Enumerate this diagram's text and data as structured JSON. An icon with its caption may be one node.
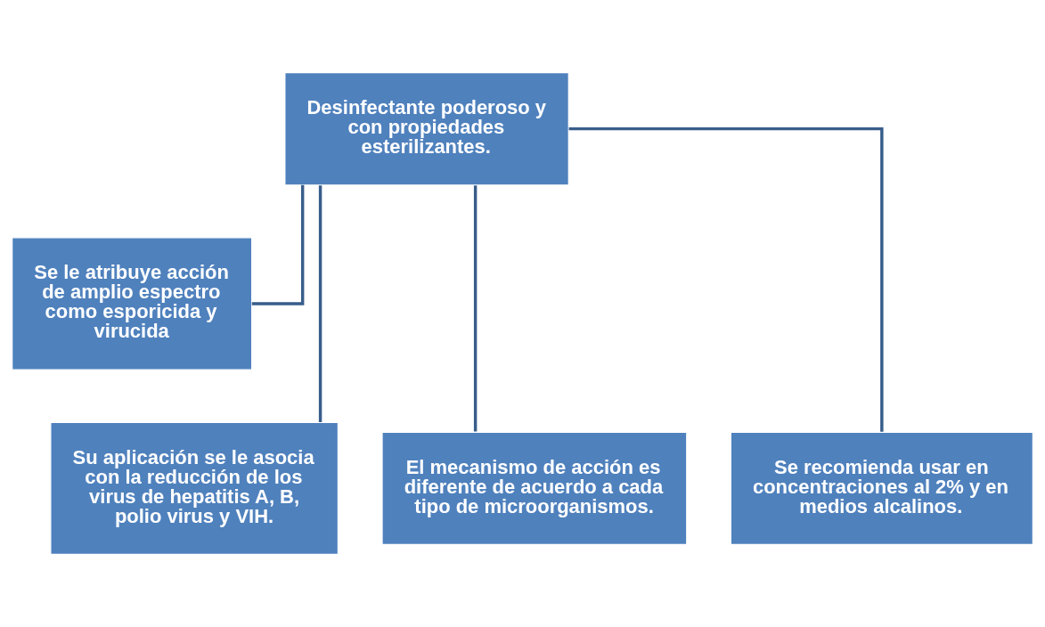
{
  "diagram": {
    "nodes": [
      {
        "text": [
          "Desinfectante poderoso y con propiedades esterilizantes."
        ]
      },
      {
        "text": [
          "Se le atribuye acción de amplio espectro como esporicida y virucida"
        ]
      },
      {
        "text": [
          "Su aplicación se le asocia con la reducción de los virus de hepatitis A, B, polio virus y VIH."
        ]
      },
      {
        "text": [
          "El mecanismo de acción es diferente de acuerdo a cada tipo de microorganismos."
        ]
      },
      {
        "text": [
          "Se recomienda usar en concentraciones al 2% y en medios alcalinos."
        ]
      }
    ],
    "edges": [
      {
        "from": 0,
        "to": 1,
        "arrow": "none"
      },
      {
        "from": 0,
        "to": 2,
        "arrow": "none"
      },
      {
        "from": 0,
        "to": 3,
        "arrow": "none"
      },
      {
        "from": 0,
        "to": 4,
        "arrow": "none"
      }
    ]
  }
}
